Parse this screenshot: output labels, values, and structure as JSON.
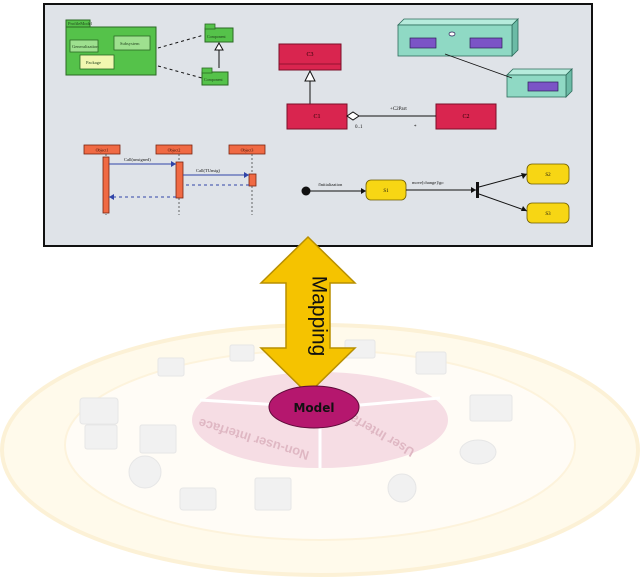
{
  "colors": {
    "panel_bg": "#dfe3e8",
    "uml_class_fill": "#d9254f",
    "package_green": "#55c24a",
    "component_teal": "#8fd9c4",
    "component_purple": "#7b54c6",
    "seq_orange": "#f06a44",
    "state_yellow": "#f7d614",
    "arrow_gold": "#f5c300",
    "model_magenta": "#b5176e",
    "wheel_pink": "#f3d6df",
    "wheel_ring": "#fff3c8"
  },
  "diagram": {
    "class_parent": "C3",
    "class_child1": "C1",
    "class_child2": "C2",
    "assoc_role": "+C2Part",
    "assoc_mult_left": "0..1",
    "assoc_mult_right": "*",
    "package_title": "ProfileModel",
    "package_inner1": "Generalization",
    "package_inner2": "Subsystem",
    "package_inner3": "Package",
    "pkg_small1": "Component",
    "pkg_small2": "Component",
    "seq_obj1": "Object1",
    "seq_obj2": "Object2",
    "seq_obj3": "Object3",
    "seq_msg1": "Call(unsigned)",
    "seq_msg2": "Call(TUnsig)",
    "state_initial": "/Initialization",
    "state_s1": "S1",
    "state_transition": "move[change]/go",
    "state_s2": "S2",
    "state_s3": "S3"
  },
  "mapping_label": "Mapping",
  "model_label": "Model",
  "wheel": {
    "left_segment": "Non-user Interface",
    "right_segment": "User Interface"
  }
}
